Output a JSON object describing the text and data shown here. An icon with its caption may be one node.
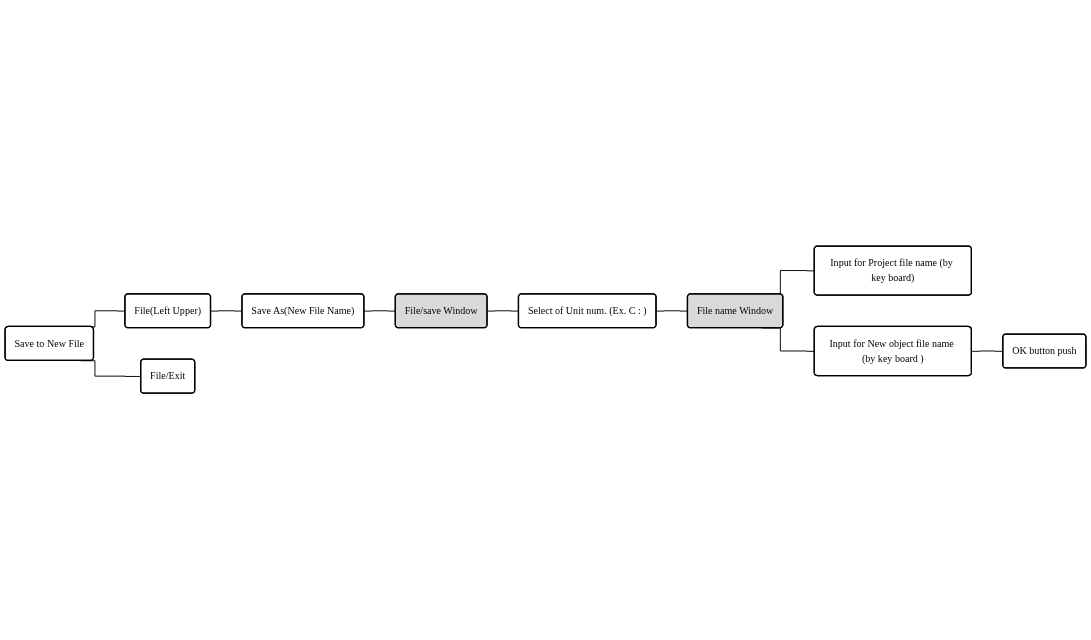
{
  "diagram": {
    "nodes": [
      {
        "text": [
          "Save to New File"
        ]
      },
      {
        "text": [
          "File(Left Upper)"
        ]
      },
      {
        "text": [
          "Save As(New File Name)"
        ]
      },
      {
        "text": [
          "File/save Window"
        ]
      },
      {
        "text": [
          "Select of Unit num. (Ex. C : )"
        ]
      },
      {
        "text": [
          "File name Window"
        ]
      },
      {
        "text": [
          "Input for Project file name (by key board)"
        ]
      },
      {
        "text": [
          "Input for New object file name (by key board )"
        ]
      },
      {
        "text": [
          "OK button push"
        ]
      },
      {
        "text": [
          "File/Exit"
        ]
      }
    ],
    "edges": [
      {
        "from": 0,
        "to": 1,
        "arrow": "none"
      },
      {
        "from": 0,
        "to": 9,
        "arrow": "none"
      },
      {
        "from": 1,
        "to": 2,
        "arrow": "none"
      },
      {
        "from": 2,
        "to": 3,
        "arrow": "none"
      },
      {
        "from": 3,
        "to": 4,
        "arrow": "none"
      },
      {
        "from": 4,
        "to": 5,
        "arrow": "none"
      },
      {
        "from": 5,
        "to": 6,
        "arrow": "none"
      },
      {
        "from": 5,
        "to": 7,
        "arrow": "none"
      },
      {
        "from": 7,
        "to": 8,
        "arrow": "none"
      }
    ]
  }
}
